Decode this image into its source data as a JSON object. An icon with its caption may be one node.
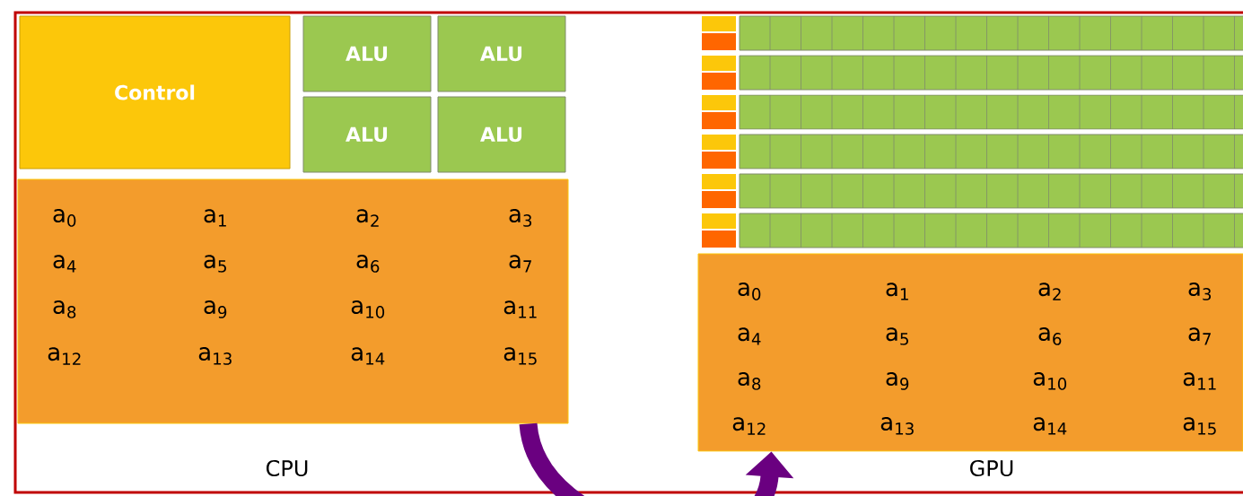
{
  "diagram": {
    "nodes": [
      {
        "text": [
          "Control"
        ]
      },
      {
        "text": [
          "ALU"
        ]
      },
      {
        "text": [
          "ALU"
        ]
      },
      {
        "text": [
          "ALU"
        ]
      },
      {
        "text": [
          "ALU"
        ]
      },
      {
        "text": [
          "a$_{0}$",
          "a$_{1}$",
          "a$_{2}$",
          "a$_{3}$",
          "a$_{4}$",
          "a$_{5}$",
          "a$_{6}$",
          "a$_{7}$",
          "a$_{8}$",
          "a$_{9}$",
          "a$_{10}$",
          "a$_{11}$",
          "a$_{12}$",
          "a$_{13}$",
          "a$_{14}$",
          "a$_{15}$"
        ]
      },
      {
        "text": [
          "a$_{0}$",
          "a$_{1}$",
          "a$_{2}$",
          "a$_{3}$",
          "a$_{4}$",
          "a$_{5}$",
          "a$_{6}$",
          "a$_{7}$",
          "a$_{8}$",
          "a$_{9}$",
          "a$_{10}$",
          "a$_{11}$",
          "a$_{12}$",
          "a$_{13}$",
          "a$_{14}$",
          "a$_{15}$"
        ]
      }
    ],
    "edges": [
      {
        "from": 5,
        "to": 6,
        "arrow": "to"
      }
    ],
    "labels": [
      "CPU",
      "GPU"
    ]
  }
}
